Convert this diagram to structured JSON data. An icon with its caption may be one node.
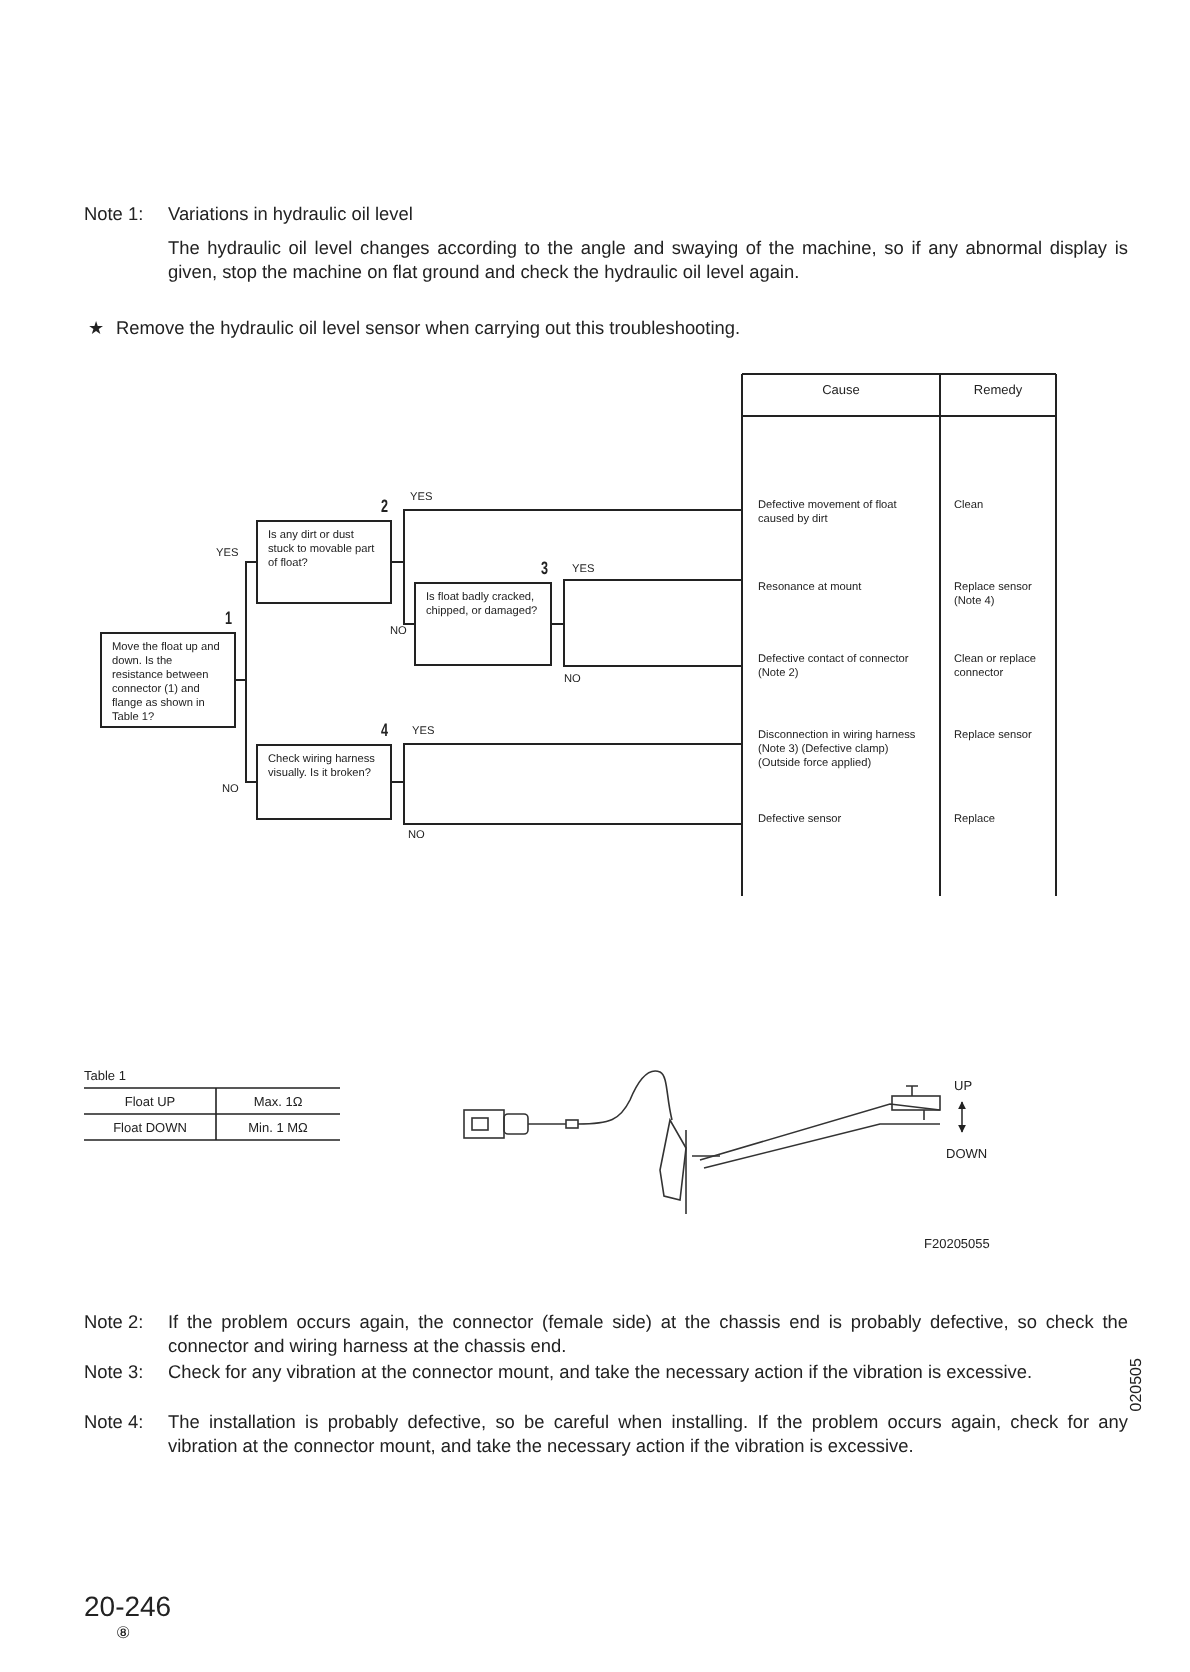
{
  "diagram": {
    "nodes": [
      {
        "text": [
          "1",
          "Move the float up and down. Is the resistance between connector (1) and flange as shown in Table 1?"
        ]
      },
      {
        "text": [
          "2",
          "Is any dirt or dust stuck to movable part of float?"
        ]
      },
      {
        "text": [
          "3",
          "Is float badly cracked, chipped, or damaged?"
        ]
      },
      {
        "text": [
          "4",
          "Check wiring harness visually. Is it broken?"
        ]
      },
      {
        "text": [
          "Defective movement of float caused by dirt",
          "Clean"
        ]
      },
      {
        "text": [
          "Resonance at mount",
          "Replace sensor (Note 4)"
        ]
      },
      {
        "text": [
          "Defective contact of connector (Note 2)",
          "Clean or replace connector"
        ]
      },
      {
        "text": [
          "Disconnection in wiring harness (Note 3) (Defective clamp) (Outside force applied)",
          "Replace sensor"
        ]
      },
      {
        "text": [
          "Defective sensor",
          "Replace"
        ]
      }
    ],
    "edges": [
      {
        "from": 0,
        "to": 1,
        "arrow": "none",
        "label": "YES"
      },
      {
        "from": 0,
        "to": 3,
        "arrow": "none",
        "label": "NO"
      },
      {
        "from": 1,
        "to": 4,
        "arrow": "none",
        "label": "YES"
      },
      {
        "from": 1,
        "to": 2,
        "arrow": "none",
        "label": "NO"
      },
      {
        "from": 2,
        "to": 5,
        "arrow": "none",
        "label": "YES"
      },
      {
        "from": 2,
        "to": 6,
        "arrow": "none",
        "label": "NO"
      },
      {
        "from": 3,
        "to": 7,
        "arrow": "none",
        "label": "YES"
      },
      {
        "from": 3,
        "to": 8,
        "arrow": "none",
        "label": "NO"
      }
    ],
    "labels": [
      "Note 1:",
      "Variations in hydraulic oil level",
      "The hydraulic oil level changes according to the angle and swaying of the machine, so if any abnormal display is given, stop the machine on flat ground and check the hydraulic oil level again.",
      "★",
      "Remove the hydraulic oil level sensor when carrying out this troubleshooting.",
      "Cause",
      "Remedy",
      "020505",
      "Table 1",
      "Float UP",
      "Max. 1Ω",
      "Float DOWN",
      "Min. 1 MΩ",
      "UP",
      "DOWN",
      "F20205055",
      "Note 2:",
      "If the problem occurs again, the connector (female side) at the chassis end is probably defective, so check the connector and wiring harness at the chassis end.",
      "Note 3:",
      "Check for any vibration at the connector mount, and take the necessary action if the vibration is excessive.",
      "Note 4:",
      "The installation is probably defective, so be careful when installing. If the problem occurs again, check for any vibration at the connector mount, and take the necessary action if the vibration is excessive.",
      "20-246",
      "⑧"
    ]
  }
}
